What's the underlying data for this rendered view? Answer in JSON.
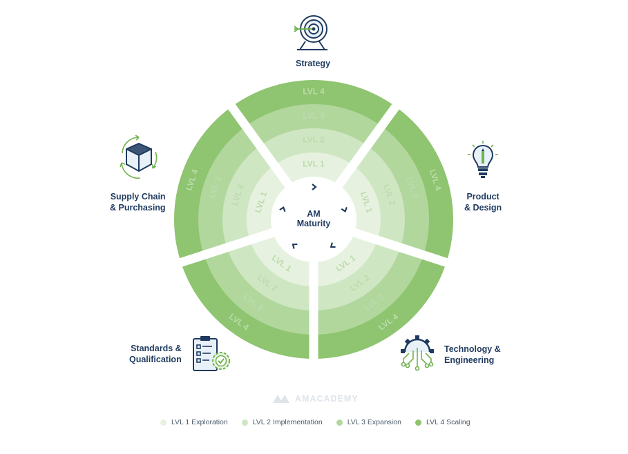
{
  "center": {
    "line1": "AM",
    "line2": "Maturity"
  },
  "colors": {
    "ring1": "#e6f2df",
    "ring2": "#cfe6c3",
    "ring3": "#b1d79d",
    "ring4": "#8fc470",
    "levelText": "#bddbae",
    "levelTextOuter": "#b9ddaa",
    "navy": "#1f3a5f"
  },
  "level_labels": [
    "LVL 1",
    "LVL 2",
    "LVL 3",
    "LVL 4"
  ],
  "pillars": [
    {
      "name": "Strategy",
      "icon": "target-icon"
    },
    {
      "name": "Product\n& Design",
      "icon": "lightbulb-icon"
    },
    {
      "name": "Technology &\nEngineering",
      "icon": "gear-circuit-icon"
    },
    {
      "name": "Standards &\nQualification",
      "icon": "checklist-icon"
    },
    {
      "name": "Supply Chain\n& Purchasing",
      "icon": "package-cycle-icon"
    }
  ],
  "watermark": "AMACADEMY",
  "legend": [
    {
      "label": "LVL 1 Exploration",
      "color": "#e6f2df"
    },
    {
      "label": "LVL 2 Implementation",
      "color": "#cfe6c3"
    },
    {
      "label": "LVL 3 Expansion",
      "color": "#b1d79d"
    },
    {
      "label": "LVL 4 Scaling",
      "color": "#8fc470"
    }
  ]
}
